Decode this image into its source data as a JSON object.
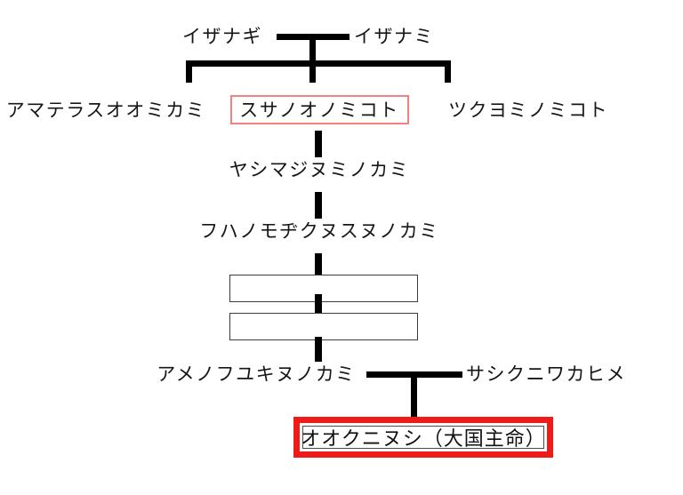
{
  "diagram": {
    "type": "genealogy-tree",
    "title": "",
    "generations": [
      {
        "id": "gen-1",
        "nodes": [
          {
            "id": "izanagi",
            "label": "イザナギ",
            "highlight": "none"
          },
          {
            "id": "izanami",
            "label": "イザナミ",
            "highlight": "none"
          }
        ],
        "relation": "marriage"
      },
      {
        "id": "gen-2",
        "nodes": [
          {
            "id": "amaterasu",
            "label": "アマテラスオオミカミ",
            "highlight": "none"
          },
          {
            "id": "susanoo",
            "label": "スサノオノミコト",
            "highlight": "thin-red-outline"
          },
          {
            "id": "tsukuyomi",
            "label": "ツクヨミノミコト",
            "highlight": "none"
          }
        ],
        "relation": "siblings"
      },
      {
        "id": "gen-3",
        "nodes": [
          {
            "id": "yashimajinumi",
            "label": "ヤシマジヌミノカミ",
            "highlight": "none"
          }
        ],
        "relation": "descent"
      },
      {
        "id": "gen-4",
        "nodes": [
          {
            "id": "fuhanomodikunusunu",
            "label": "フハノモヂクヌスヌノカミ",
            "highlight": "none"
          }
        ],
        "relation": "descent"
      },
      {
        "id": "gen-5",
        "nodes": [
          {
            "id": "blank-1",
            "label": "",
            "highlight": "blank-box"
          }
        ],
        "relation": "descent"
      },
      {
        "id": "gen-6",
        "nodes": [
          {
            "id": "blank-2",
            "label": "",
            "highlight": "blank-box"
          }
        ],
        "relation": "descent"
      },
      {
        "id": "gen-7",
        "nodes": [
          {
            "id": "amenofuyukinu",
            "label": "アメノフユキヌノカミ",
            "highlight": "none"
          },
          {
            "id": "sashikuniwakahime",
            "label": "サシクニワカヒメ",
            "highlight": "none"
          }
        ],
        "relation": "marriage"
      },
      {
        "id": "gen-8",
        "nodes": [
          {
            "id": "okuninushi",
            "label": "オオクニヌシ（大国主命）",
            "highlight": "thick-red-outline"
          }
        ],
        "relation": "descent"
      }
    ],
    "colors": {
      "line": "#000000",
      "text": "#161616",
      "thin_highlight_border": "#f2827f",
      "thick_highlight_border": "#ee1b19",
      "blank_box_border": "#3c3c3c",
      "background": "#ffffff"
    },
    "labels": {
      "izanagi": "イザナギ",
      "izanami": "イザナミ",
      "amaterasu": "アマテラスオオミカミ",
      "susanoo": "スサノオノミコト",
      "tsukuyomi": "ツクヨミノミコト",
      "yashimajinumi": "ヤシマジヌミノカミ",
      "fuhanomodikunusunu": "フハノモヂクヌスヌノカミ",
      "amenofuyukinu": "アメノフユキヌノカミ",
      "sashikuniwakahime": "サシクニワカヒメ",
      "okuninushi": "オオクニヌシ（大国主命）"
    }
  }
}
